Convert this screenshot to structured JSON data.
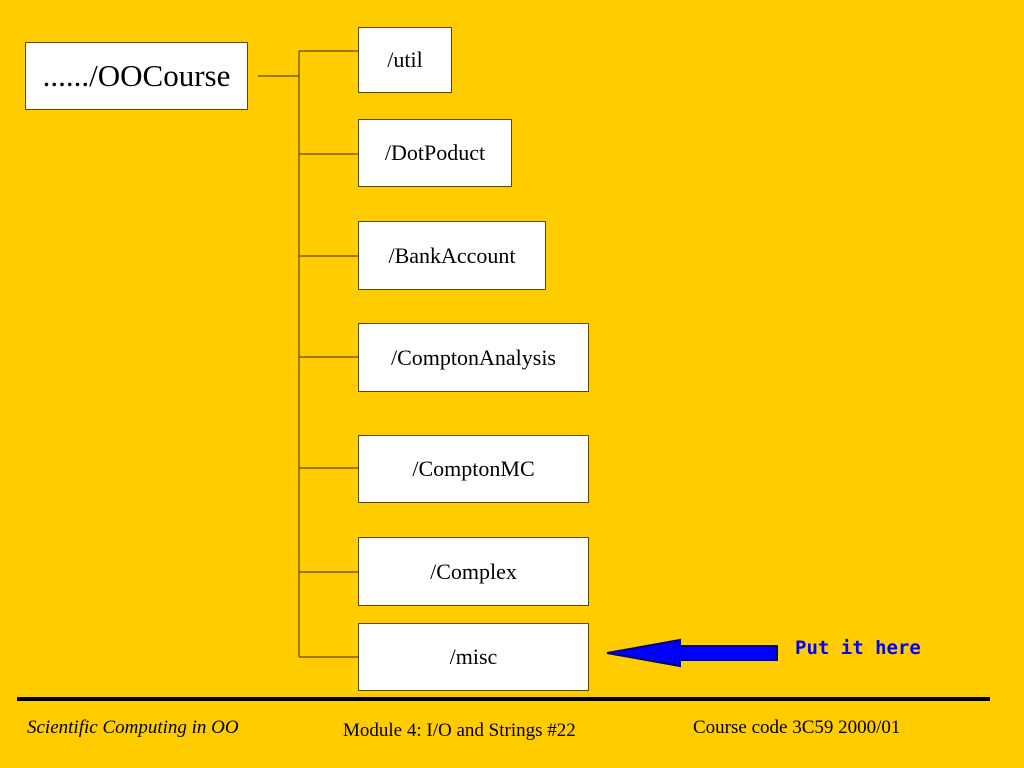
{
  "colors": {
    "background": "#FFCC00",
    "box_fill": "#FFFFFF",
    "connector": "#5A4A00",
    "arrow_fill": "#0000FF",
    "arrow_outline": "#000080",
    "note_text": "#0000FF",
    "footer_rule": "#000000"
  },
  "tree": {
    "root": "....../OOCourse",
    "children": [
      "/util",
      "/DotPoduct",
      "/BankAccount",
      "/ComptonAnalysis",
      "/ComptonMC",
      "/Complex",
      "/misc"
    ]
  },
  "annotation": {
    "text": "Put it here",
    "points_to": "/misc"
  },
  "footer": {
    "left": "Scientific Computing in OO",
    "center": "Module 4:  I/O and Strings     #22",
    "right": "Course code 3C59     2000/01"
  }
}
